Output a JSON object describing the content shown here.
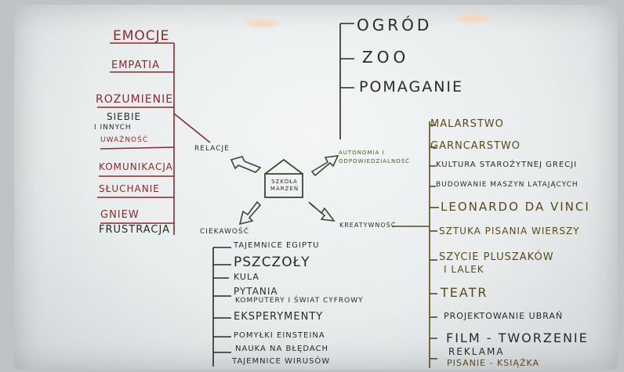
{
  "center": "SZKOŁA MARZEŃ",
  "branches": {
    "relacje": "RELACJE",
    "autonomia": "AUTONOMIA I ODPOWIEDZIALNOŚĆ",
    "ciekawosc": "CIEKAWOŚĆ",
    "kreatywnosc": "KREATYWNOŚĆ"
  },
  "left": [
    "EMOCJE",
    "EMPATIA",
    "ROZUMIENIE",
    "SIEBIE",
    "I INNYCH",
    "UWAŻNOŚĆ",
    "KOMUNIKACJA",
    "SŁUCHANIE",
    "GNIEW",
    "FRUSTRACJA"
  ],
  "top": [
    "OGRÓD",
    "ZOO",
    "POMAGANIE"
  ],
  "right": [
    "MALARSTWO",
    "GARNCARSTWO",
    "KULTURA STAROŻYTNEJ GRECJI",
    "BUDOWANIE MASZYN LATAJĄCYCH",
    "LEONARDO DA VINCI",
    "SZTUKA PISANIA WIERSZY",
    "SZYCIE PLUSZAKÓW",
    "I LALEK",
    "TEATR",
    "PROJEKTOWANIE UBRAŃ",
    "FILM - TWORZENIE",
    "REKLAMA",
    "PISANIE - KSIĄŻKA"
  ],
  "bottom": [
    "TAJEMNICE EGIPTU",
    "PSZCZOŁY",
    "KULA",
    "PYTANIA",
    "KOMPUTERY I ŚWIAT CYFROWY",
    "EKSPERYMENTY",
    "POMYŁKI EINSTEINA",
    "NAUKA NA BŁĘDACH",
    "TAJEMNICE WIRUSÓW"
  ]
}
